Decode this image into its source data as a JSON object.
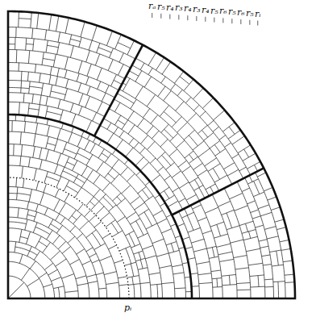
{
  "diagram": {
    "labels": [
      "rₐ",
      "r₅",
      "r₄",
      "r₃",
      "r₄",
      "r₃",
      "r₄",
      "r₅",
      "r₆",
      "r₅",
      "r₆",
      "r₅",
      "rᵢ",
      "pᵢ"
    ]
  }
}
